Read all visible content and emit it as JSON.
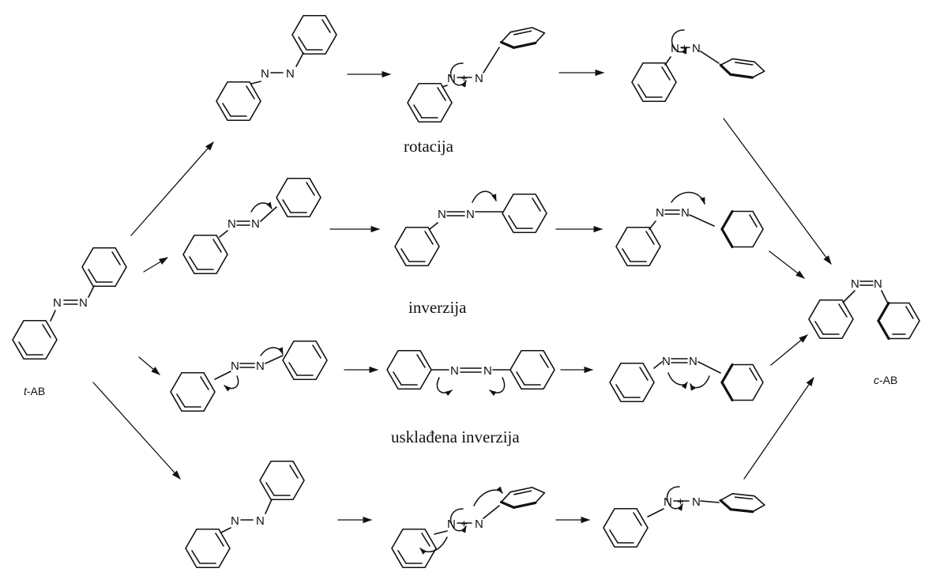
{
  "pathways": {
    "rotation": "rotacija",
    "inversion": "inverzija",
    "concerted_inversion": "usklađena inverzija"
  },
  "trans_label": {
    "prefix": "t",
    "suffix": "-AB"
  },
  "cis_label": {
    "prefix": "c",
    "suffix": "-AB"
  },
  "atom_symbol": "N",
  "bond_single": "–",
  "bond_double": "=",
  "colors": {
    "ink": "#111111",
    "background": "#ffffff"
  }
}
